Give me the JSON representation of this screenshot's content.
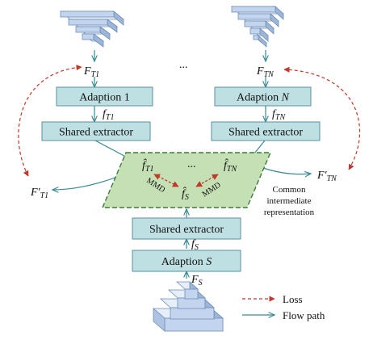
{
  "colors": {
    "box_fill": "#bfe0e3",
    "box_stroke": "#5a8fa0",
    "flow": "#3a8a92",
    "loss": "#c0392b",
    "latent_fill": "#c5e0b4",
    "latent_stroke": "#3d7a3a",
    "block_top": "#e6eff9",
    "block_side": "#9db6d8",
    "block_front": "#c3d5ee"
  },
  "icons": {
    "data_stack": "layered-pyramid-icon",
    "flow_arrow": "arrow-icon",
    "loss_arrow": "dashed-arrow-icon"
  },
  "boxes": {
    "adaption_1": "Adaption 1",
    "adaption_n_prefix": "Adaption ",
    "adaption_n_var": "N",
    "shared_extractor": "Shared extractor",
    "adaption_s_prefix": "Adaption ",
    "adaption_s_var": "S"
  },
  "variables": {
    "F": "F",
    "f": "f",
    "f_hat": "f̂",
    "F_prime": "F′",
    "sub_T1": "T1",
    "sub_TN": "TN",
    "sub_S": "S",
    "ellipsis": "..."
  },
  "labels": {
    "mmd": "MMD",
    "common_line1": "Common",
    "common_line2": "intermediate",
    "common_line3": "representation"
  },
  "legend": {
    "loss": "Loss",
    "flow": "Flow path"
  }
}
